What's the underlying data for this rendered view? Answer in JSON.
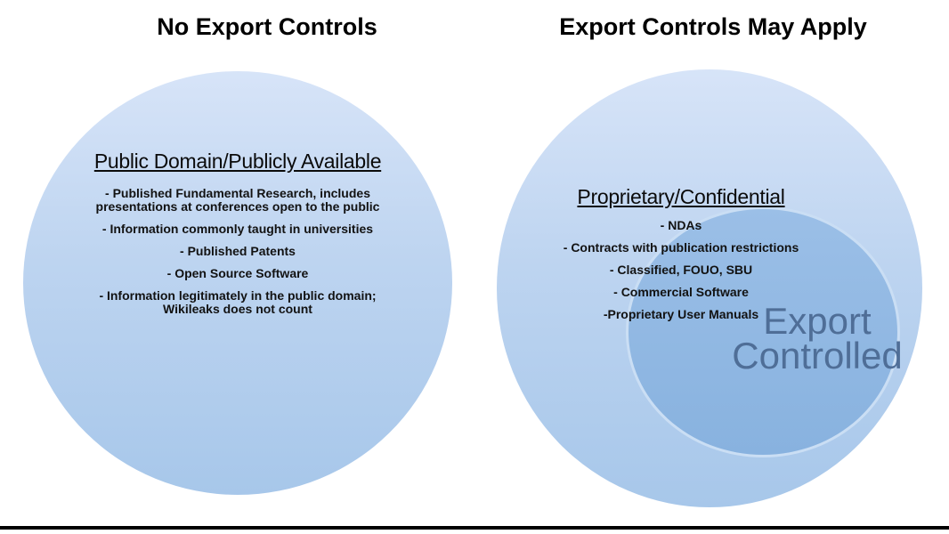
{
  "titles": {
    "left": "No Export Controls",
    "right": "Export Controls May Apply"
  },
  "left_circle": {
    "heading": "Public Domain/Publicly Available",
    "bullets": [
      "- Published Fundamental Research, includes\npresentations at conferences open to the public",
      "- Information commonly taught in universities",
      "- Published Patents",
      "- Open Source Software",
      "- Information legitimately in the public domain;\nWikileaks does not count"
    ]
  },
  "right_circle": {
    "heading": "Proprietary/Confidential",
    "bullets": [
      "- NDAs",
      "- Contracts with publication restrictions",
      "- Classified, FOUO, SBU",
      "- Commercial Software",
      "-Proprietary User Manuals"
    ],
    "inner_label": "Export\nControlled"
  },
  "colors": {
    "circle_gradient_top": "#d7e4f8",
    "circle_gradient_bottom": "#a7c7ea",
    "inner_circle_fill": "#8cb5e2",
    "inner_circle_rim": "#cadef4",
    "export_label_text": "#4f6e97",
    "body_text": "#121212",
    "divider": "#000000",
    "background": "#ffffff"
  }
}
